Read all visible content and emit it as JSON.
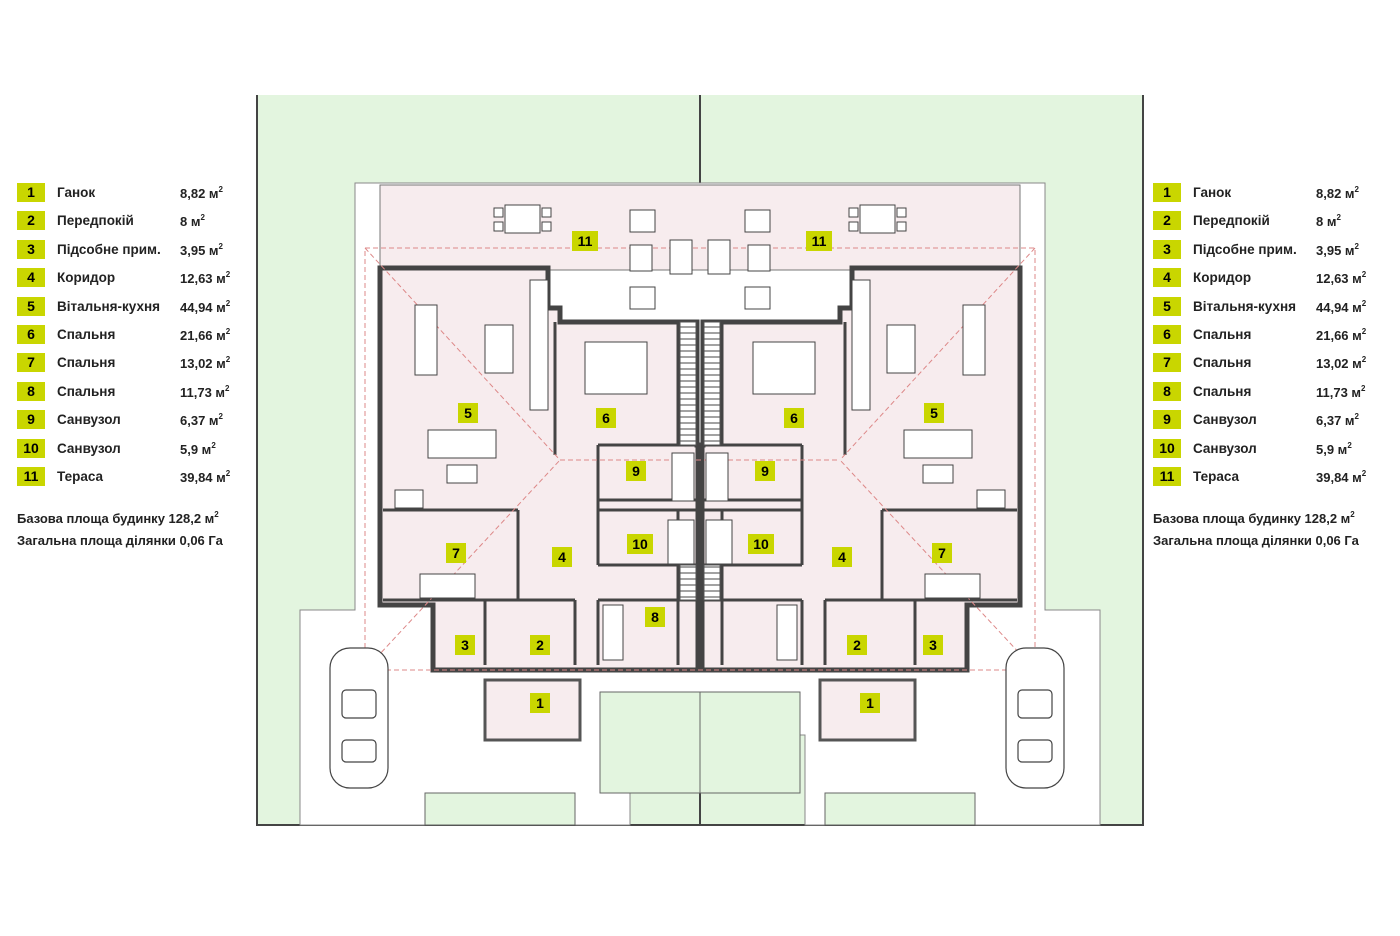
{
  "legend": [
    {
      "num": "1",
      "name": "Ганок",
      "area": "8,82 м",
      "sup": "2"
    },
    {
      "num": "2",
      "name": "Передпокій",
      "area": "8 м",
      "sup": "2"
    },
    {
      "num": "3",
      "name": "Підсобне прим.",
      "area": "3,95 м",
      "sup": "2"
    },
    {
      "num": "4",
      "name": "Коридор",
      "area": "12,63 м",
      "sup": "2"
    },
    {
      "num": "5",
      "name": "Вітальня-кухня",
      "area": "44,94 м",
      "sup": "2"
    },
    {
      "num": "6",
      "name": "Спальня",
      "area": "21,66 м",
      "sup": "2"
    },
    {
      "num": "7",
      "name": "Спальня",
      "area": "13,02 м",
      "sup": "2"
    },
    {
      "num": "8",
      "name": "Спальня",
      "area": "11,73 м",
      "sup": "2"
    },
    {
      "num": "9",
      "name": "Санвузол",
      "area": "6,37 м",
      "sup": "2"
    },
    {
      "num": "10",
      "name": "Санвузол",
      "area": "5,9 м",
      "sup": "2"
    },
    {
      "num": "11",
      "name": "Тераса",
      "area": "39,84 м",
      "sup": "2"
    }
  ],
  "summary": {
    "base_area": "Базова площа будинку  128,2 м",
    "base_area_sup": "2",
    "site_area": "Загальна площа ділянки 0,06 Га"
  },
  "colors": {
    "badge": "#c9d600",
    "lawn": "#e3f5df",
    "room_fill": "#f7ecee",
    "wall": "#555555",
    "paving": "#ffffff"
  },
  "room_tags": [
    "1",
    "2",
    "3",
    "4",
    "5",
    "6",
    "7",
    "8",
    "9",
    "10",
    "11"
  ]
}
